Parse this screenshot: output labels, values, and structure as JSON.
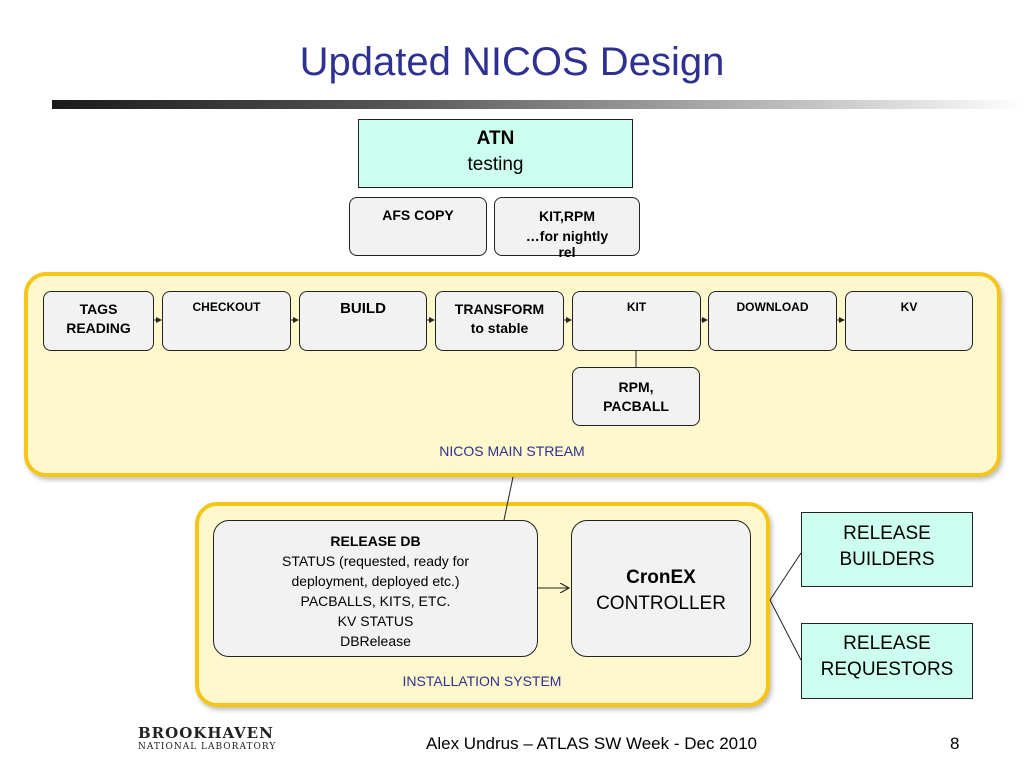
{
  "slide": {
    "title": "Updated NICOS Design",
    "footer_text": "Alex Undrus – ATLAS SW Week - Dec 2010",
    "page_number": "8",
    "logo": {
      "name": "BROOKHAVEN",
      "subtitle": "NATIONAL LABORATORY"
    }
  },
  "diagram": {
    "atn": {
      "title": "ATN",
      "subtitle": "testing"
    },
    "afs_copy": "AFS COPY",
    "kit_rpm": {
      "line1": "KIT,RPM",
      "line2": "…for nightly",
      "line3": "rel"
    },
    "main_stream": {
      "label": "NICOS MAIN STREAM",
      "steps": [
        {
          "line1": "TAGS",
          "line2": "READING"
        },
        {
          "line1": "CHECKOUT",
          "line2": ""
        },
        {
          "line1": "BUILD",
          "line2": ""
        },
        {
          "line1": "TRANSFORM",
          "line2": "to stable"
        },
        {
          "line1": "KIT",
          "line2": ""
        },
        {
          "line1": "DOWNLOAD",
          "line2": ""
        },
        {
          "line1": "KV",
          "line2": ""
        }
      ],
      "rpm_pacball": {
        "line1": "RPM,",
        "line2": "PACBALL"
      }
    },
    "installation": {
      "label": "INSTALLATION SYSTEM",
      "release_db": {
        "title": "RELEASE DB",
        "lines": [
          "STATUS (requested, ready for",
          "deployment, deployed etc.)",
          "PACBALLS, KITS, ETC.",
          "KV STATUS",
          "DBRelease"
        ]
      },
      "cronex": {
        "title": "CronEX",
        "subtitle": "CONTROLLER"
      }
    },
    "release_builders": {
      "line1": "RELEASE",
      "line2": "BUILDERS"
    },
    "release_requestors": {
      "line1": "RELEASE",
      "line2": "REQUESTORS"
    }
  },
  "colors": {
    "title": "#2e3192",
    "panel_fill": "#fff8cc",
    "panel_border": "#f5c518",
    "aqua_fill": "#ccfff0",
    "gray_fill": "#f2f2f2"
  }
}
